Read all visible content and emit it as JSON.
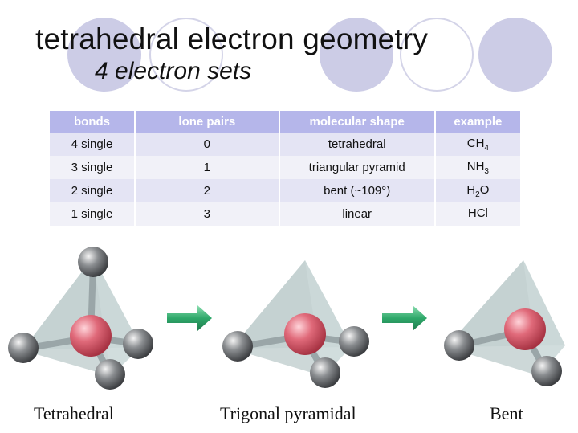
{
  "slide": {
    "title": "tetrahedral electron geometry",
    "subtitle": "4 electron sets"
  },
  "table": {
    "headers": [
      "bonds",
      "lone pairs",
      "molecular shape",
      "example"
    ],
    "rows": [
      {
        "bonds": "4 single",
        "lone_pairs": "0",
        "shape": "tetrahedral",
        "formula_main": "CH",
        "formula_sub": "4",
        "formula_tail": ""
      },
      {
        "bonds": "3 single",
        "lone_pairs": "1",
        "shape": "triangular pyramid",
        "formula_main": "NH",
        "formula_sub": "3",
        "formula_tail": ""
      },
      {
        "bonds": "2 single",
        "lone_pairs": "2",
        "shape": "bent (~109°)",
        "formula_main": "H",
        "formula_sub": "2",
        "formula_tail": "O"
      },
      {
        "bonds": "1 single",
        "lone_pairs": "3",
        "shape": "linear",
        "formula_main": "HCl",
        "formula_sub": "",
        "formula_tail": ""
      }
    ]
  },
  "figure": {
    "captions": [
      "Tetrahedral",
      "Trigonal pyramidal",
      "Bent"
    ]
  },
  "colors": {
    "header_bg": "#b5b6ea",
    "row_odd": "#e4e4f4",
    "row_even": "#f1f1f8",
    "deco_circle": "#cccce6",
    "central_atom": "#e06a7a",
    "outer_atom": "#8a8d90",
    "arrow": "#2fa86a"
  }
}
